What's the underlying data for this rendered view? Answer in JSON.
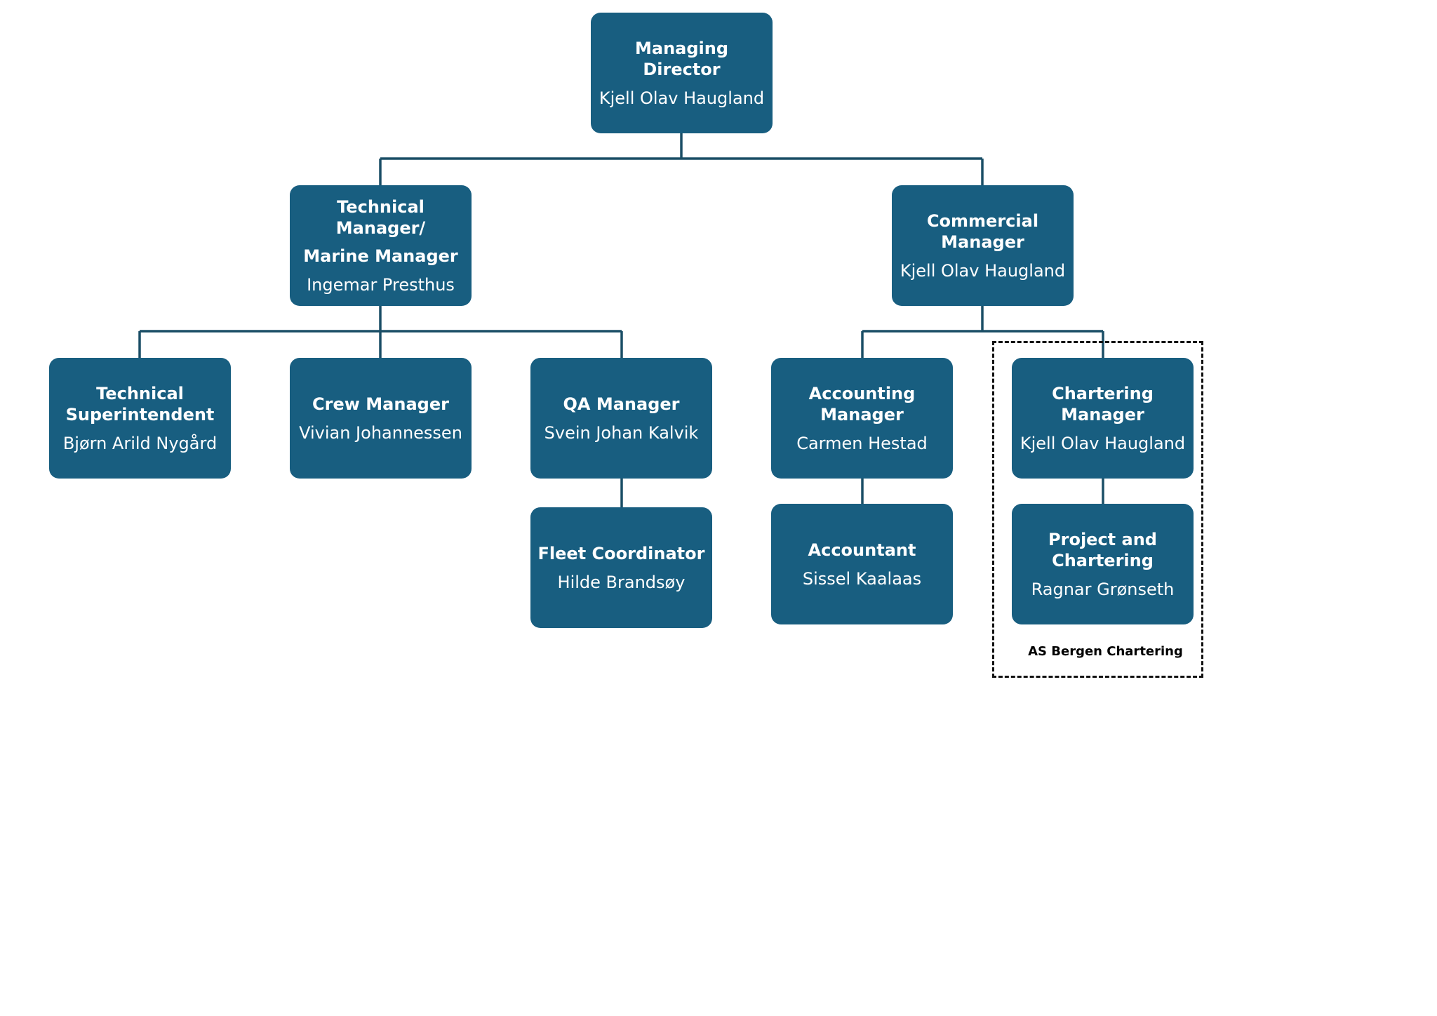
{
  "colors": {
    "node_fill": "#185e80",
    "node_text": "#ffffff",
    "connector": "#1a4e66",
    "group_border": "#111111"
  },
  "nodes": {
    "managing_director": {
      "title": [
        "Managing Director"
      ],
      "person": "Kjell Olav Haugland"
    },
    "technical_manager": {
      "title": [
        "Technical",
        "Manager/",
        "Marine Manager"
      ],
      "person": "Ingemar Presthus"
    },
    "commercial_manager": {
      "title": [
        "Commercial",
        "Manager"
      ],
      "person": "Kjell Olav Haugland"
    },
    "technical_superintendent": {
      "title": [
        "Technical",
        "Superintendent"
      ],
      "person": "Bjørn Arild Nygård"
    },
    "crew_manager": {
      "title": [
        "Crew Manager"
      ],
      "person": "Vivian Johannessen"
    },
    "qa_manager": {
      "title": [
        "QA Manager"
      ],
      "person": "Svein Johan Kalvik"
    },
    "accounting_manager": {
      "title": [
        "Accounting",
        "Manager"
      ],
      "person": "Carmen Hestad"
    },
    "chartering_manager": {
      "title": [
        "Chartering",
        "Manager"
      ],
      "person": "Kjell Olav Haugland"
    },
    "fleet_coordinator": {
      "title": [
        "Fleet Coordinator"
      ],
      "person": "Hilde Brandsøy"
    },
    "accountant": {
      "title": [
        "Accountant"
      ],
      "person": "Sissel Kaalaas"
    },
    "project_chartering": {
      "title": [
        "Project and",
        "Chartering"
      ],
      "person": "Ragnar Grønseth"
    }
  },
  "group": {
    "label": "AS Bergen Chartering"
  }
}
